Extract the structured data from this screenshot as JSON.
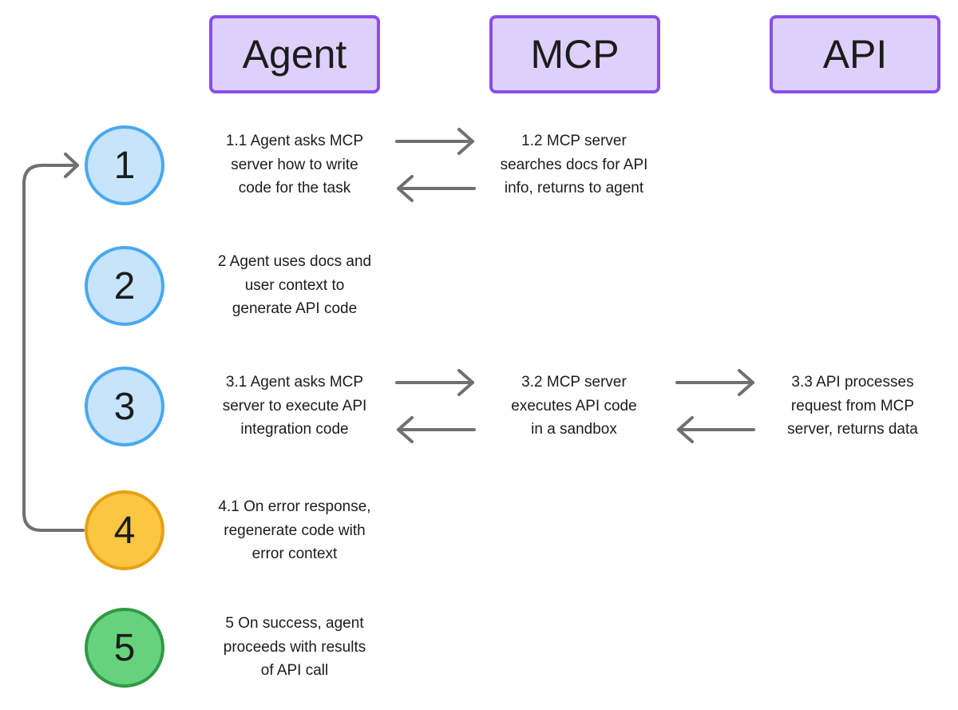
{
  "headers": {
    "agent": "Agent",
    "mcp": "MCP",
    "api": "API"
  },
  "steps": [
    {
      "number": "1"
    },
    {
      "number": "2"
    },
    {
      "number": "3"
    },
    {
      "number": "4"
    },
    {
      "number": "5"
    }
  ],
  "texts": {
    "t1_1": "1.1 Agent asks MCP\nserver how to write\ncode for the task",
    "t1_2": "1.2 MCP server\nsearches docs for API\ninfo, returns to agent",
    "t2": "2 Agent uses docs and\nuser context to\ngenerate API code",
    "t3_1": "3.1 Agent asks MCP\nserver to execute API\nintegration code",
    "t3_2": "3.2 MCP server\nexecutes API code\nin a sandbox",
    "t3_3": "3.3 API processes\nrequest from MCP\nserver, returns data",
    "t4_1": "4.1 On error response,\nregenerate code with\nerror context",
    "t5": "5 On success, agent\nproceeds with results\nof API call"
  },
  "colors": {
    "header_fill": "#ddd0fb",
    "header_border": "#8a4fe6",
    "step_blue_fill": "#c6e4fb",
    "step_blue_border": "#4aa8ee",
    "step_error_fill": "#fcc542",
    "step_error_border": "#e6a112",
    "step_success_fill": "#67d27c",
    "step_success_border": "#2f9a44",
    "arrow": "#707070"
  }
}
